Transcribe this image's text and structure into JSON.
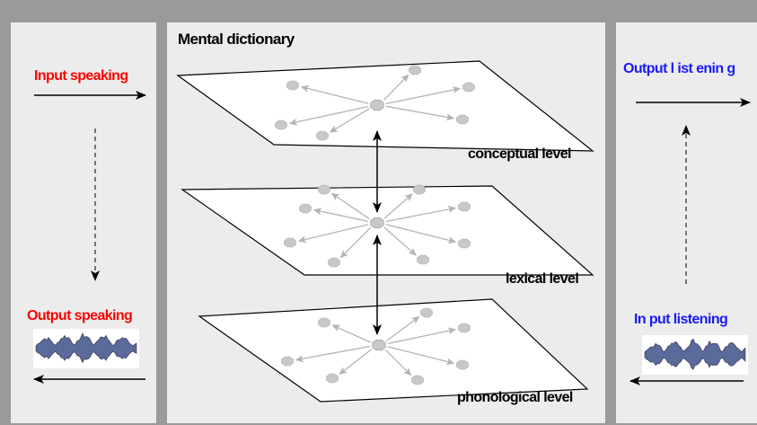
{
  "diagram": {
    "title": "Mental dictionary",
    "left": {
      "input_label": "Input speaking",
      "output_label": "Output speaking"
    },
    "right": {
      "output_label": "Output l ist enin g",
      "input_label": "In put  listening"
    },
    "levels": [
      {
        "label": "conceptual level"
      },
      {
        "label": "lexical level"
      },
      {
        "label": "phonological level"
      }
    ],
    "colors": {
      "speaking": "#ff0000",
      "listening": "#1a1aff",
      "node_fill": "#c8c8c8",
      "spoke_arrow": "#b4b4b4",
      "panel": "#ececec",
      "background": "#9a9a9a"
    }
  }
}
